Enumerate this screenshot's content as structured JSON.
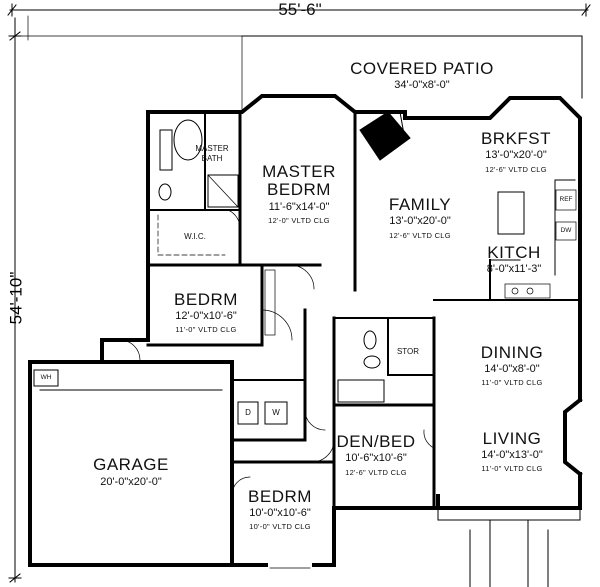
{
  "dimensions": {
    "overall_width": "55'-6\"",
    "overall_depth": "54'-10\""
  },
  "rooms": {
    "covered_patio": {
      "name": "COVERED PATIO",
      "size": "34'-0\"x8'-0\""
    },
    "master_bath": {
      "line1": "MASTER",
      "line2": "BATH"
    },
    "wic": {
      "name": "W.I.C."
    },
    "master_bedrm": {
      "line1": "MASTER",
      "line2": "BEDRM",
      "size": "11'-6\"x14'-0\"",
      "clg": "12'-0\" VLTD CLG"
    },
    "family": {
      "name": "FAMILY",
      "size": "13'-0\"x20'-0\"",
      "clg": "12'-6\" VLTD CLG"
    },
    "brkfst": {
      "name": "BRKFST",
      "size": "13'-0\"x20'-0\"",
      "clg": "12'-6\" VLTD CLG"
    },
    "kitch": {
      "name": "KITCH",
      "size": "8'-0\"x11'-3\""
    },
    "bedrm2": {
      "name": "BEDRM",
      "size": "12'-0\"x10'-6\"",
      "clg": "11'-0\" VLTD CLG"
    },
    "stor": {
      "name": "STOR"
    },
    "dining": {
      "name": "DINING",
      "size": "14'-0\"x8'-0\"",
      "clg": "11'-0\" VLTD CLG"
    },
    "living": {
      "name": "LIVING",
      "size": "14'-0\"x13'-0\"",
      "clg": "11'-0\" VLTD CLG"
    },
    "den_bed": {
      "name": "DEN/BED",
      "size": "10'-6\"x10'-6\"",
      "clg": "12'-6\" VLTD CLG"
    },
    "garage": {
      "name": "GARAGE",
      "size": "20'-0\"x20'-0\""
    },
    "bedrm3": {
      "name": "BEDRM",
      "size": "10'-0\"x10'-6\"",
      "clg": "10'-0\" VLTD CLG"
    }
  },
  "fixtures": {
    "ref": "REF",
    "dw": "DW",
    "washer": "W",
    "dryer": "D",
    "water_heater": "WH"
  }
}
